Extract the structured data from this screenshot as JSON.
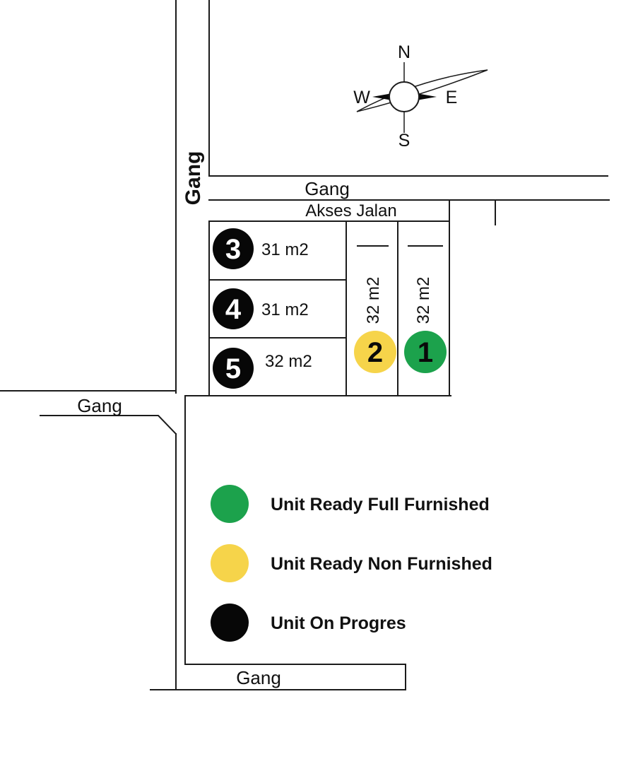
{
  "colors": {
    "green": "#1ca24c",
    "yellow": "#f6d44a",
    "black": "#070707",
    "line": "#1b1b1b"
  },
  "compass": {
    "north": "N",
    "east": "E",
    "south": "S",
    "west": "W"
  },
  "roads": {
    "vertical_gang": "Gang",
    "top_gang": "Gang",
    "akses_jalan": "Akses Jalan",
    "left_gang": "Gang",
    "bottom_gang": "Gang"
  },
  "plots": [
    {
      "number": "1",
      "area": "32 m2",
      "color": "green"
    },
    {
      "number": "2",
      "area": "32 m2",
      "color": "yellow"
    },
    {
      "number": "3",
      "area": "31 m2",
      "color": "black"
    },
    {
      "number": "4",
      "area": "31 m2",
      "color": "black"
    },
    {
      "number": "5",
      "area": "32 m2",
      "color": "black"
    }
  ],
  "legend": [
    {
      "label": "Unit Ready Full Furnished",
      "color": "green"
    },
    {
      "label": "Unit Ready Non Furnished",
      "color": "yellow"
    },
    {
      "label": "Unit On Progres",
      "color": "black"
    }
  ]
}
